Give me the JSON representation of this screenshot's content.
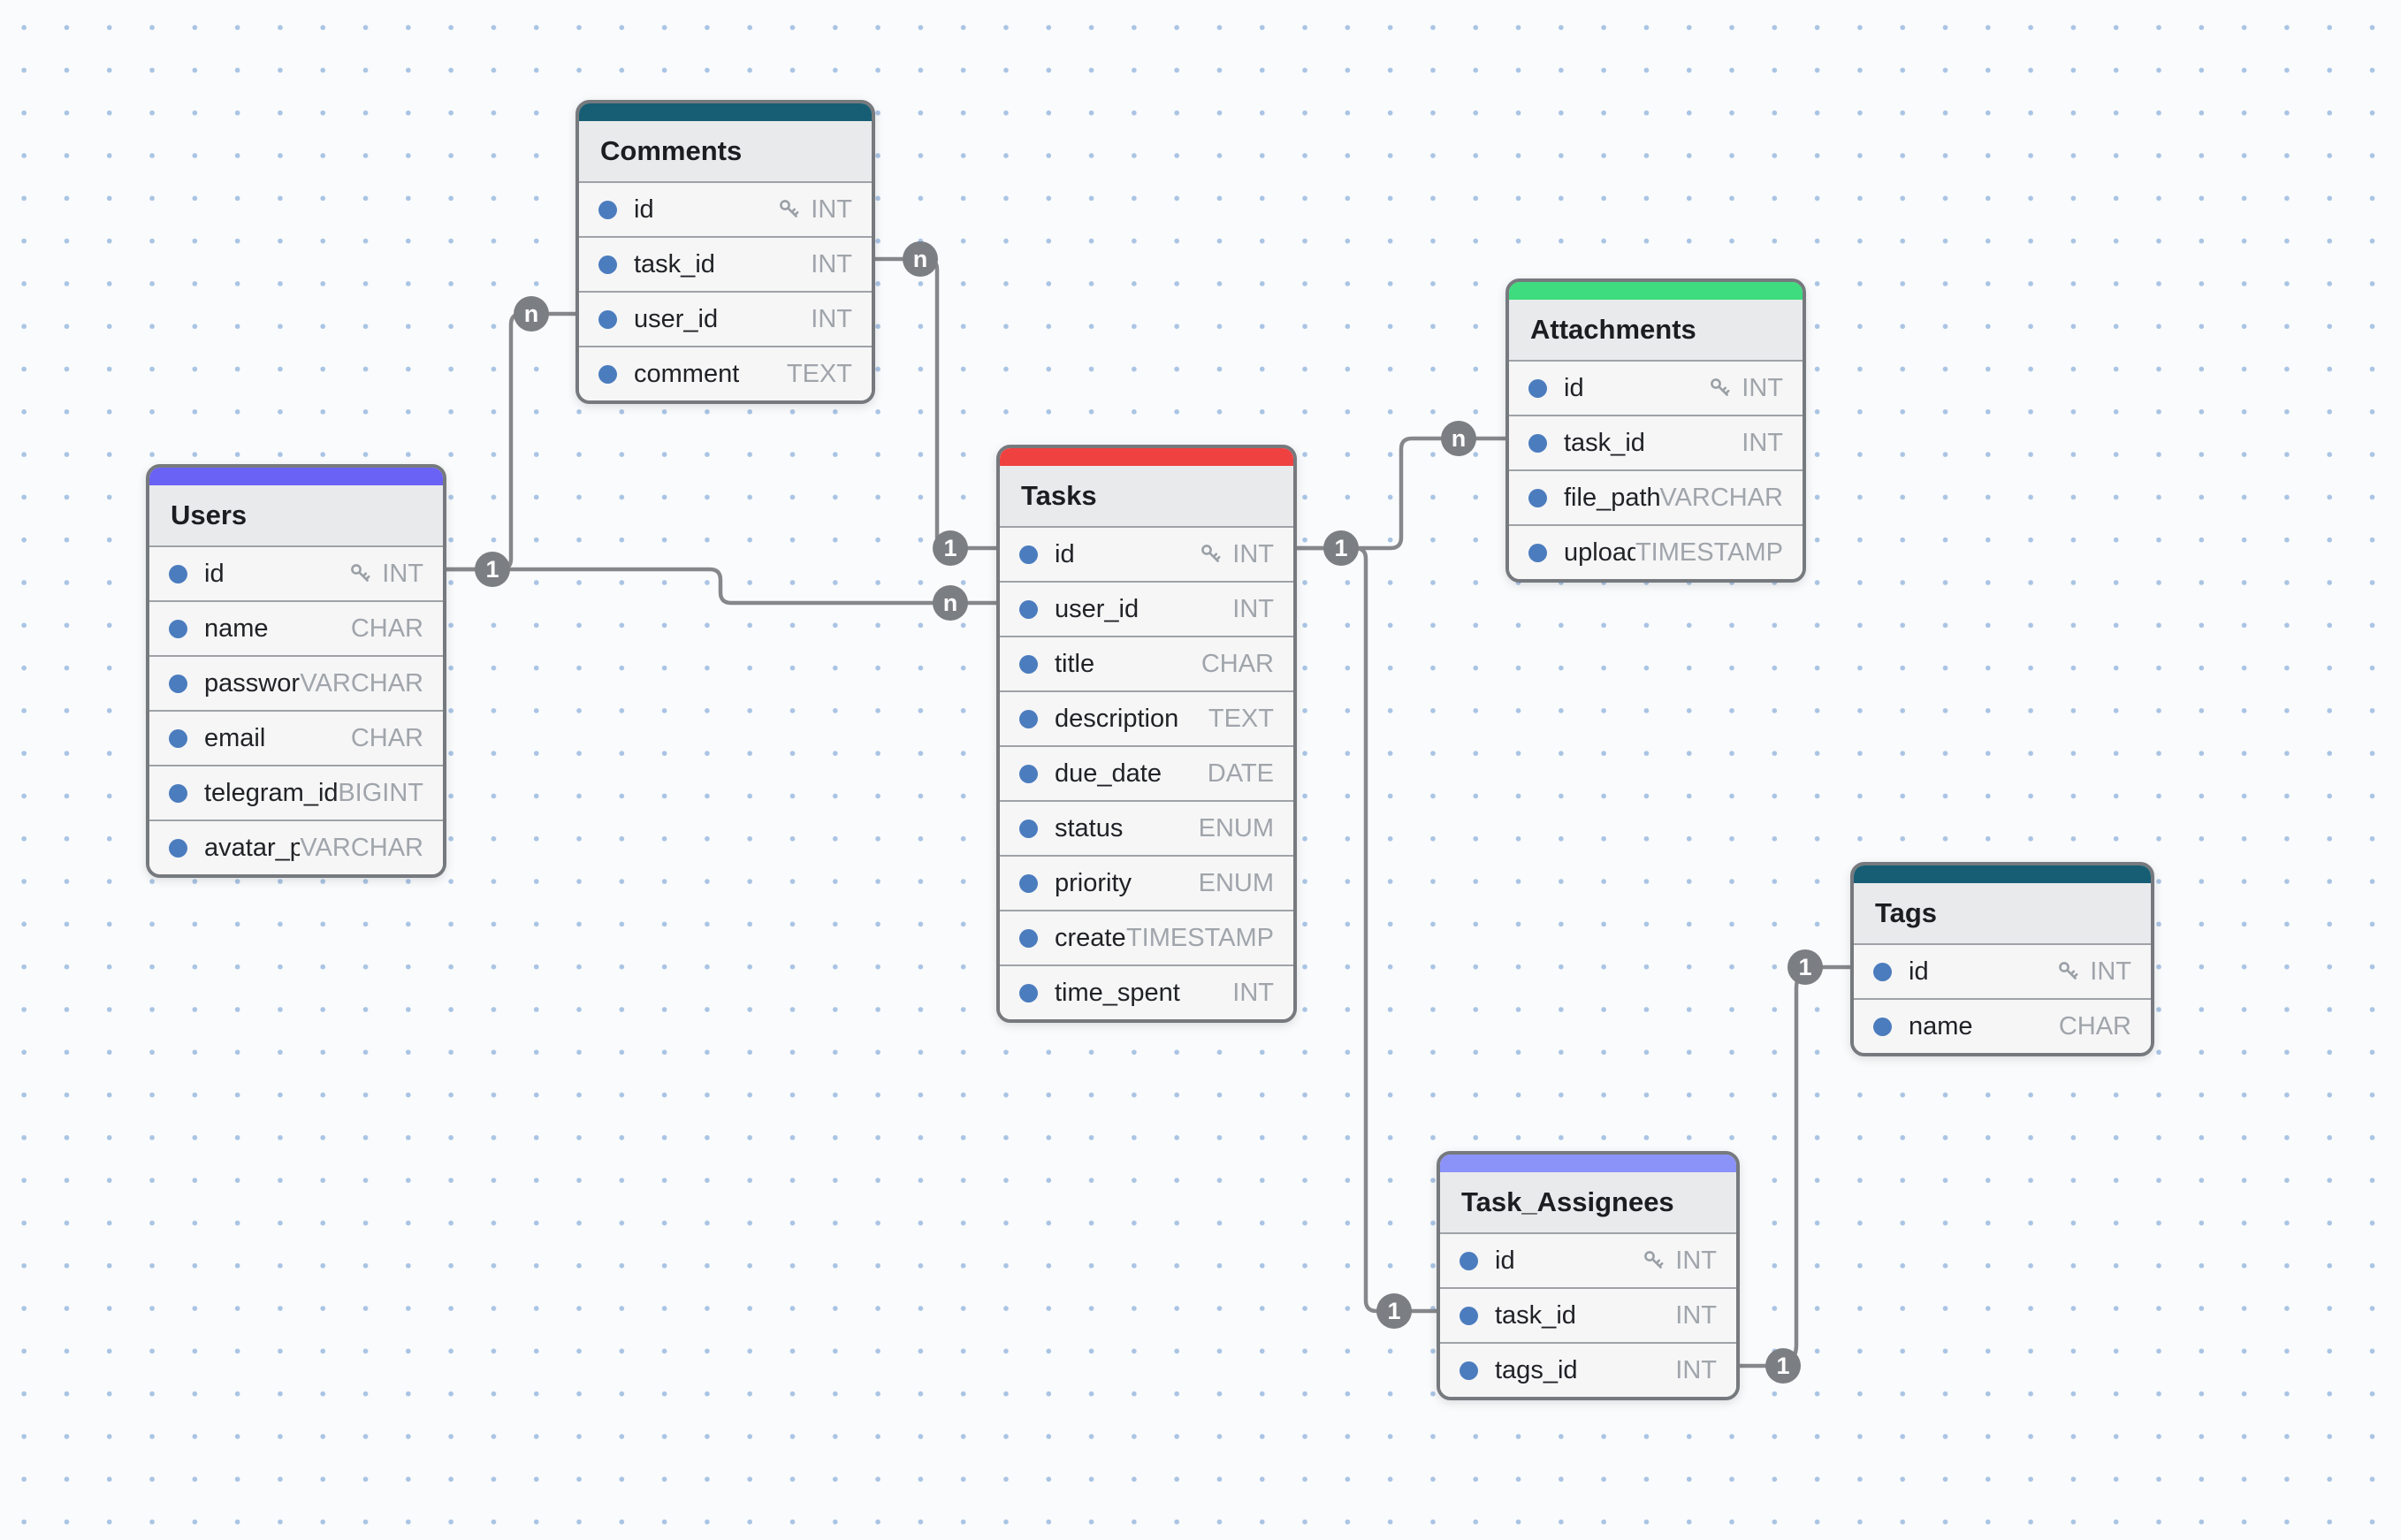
{
  "app": {
    "view": "er-diagram-canvas"
  },
  "palette": {
    "canvas_background": "#fafbfc",
    "grid_dot_color": "#a9c4e4",
    "connector_line_color": "#85878a",
    "cardinality_bubble_color": "#7b7e83",
    "cardinality_text_color": "#ffffff",
    "table_border_color": "#76797d",
    "table_row_background": "#f6f6f7",
    "table_title_background": "#e9eaec",
    "field_dot_color": "#4b7cbe",
    "field_name_color": "#202226",
    "field_type_color": "#a0a5ab",
    "key_icon_color": "#9aa0a6",
    "key_icon_glyph": "⚷"
  },
  "tables": [
    {
      "id": "comments",
      "name": "Comments",
      "header_color": "#175e74",
      "fields": [
        {
          "name": "id",
          "type": "INT",
          "key": true
        },
        {
          "name": "task_id",
          "type": "INT",
          "key": false
        },
        {
          "name": "user_id",
          "type": "INT",
          "key": false
        },
        {
          "name": "comment",
          "type": "TEXT",
          "key": false
        }
      ]
    },
    {
      "id": "users",
      "name": "Users",
      "header_color": "#6a62f4",
      "fields": [
        {
          "name": "id",
          "type": "INT",
          "key": true
        },
        {
          "name": "name",
          "type": "CHAR",
          "key": false
        },
        {
          "name": "password",
          "type": "VARCHAR",
          "key": false
        },
        {
          "name": "email",
          "type": "CHAR",
          "key": false
        },
        {
          "name": "telegram_id",
          "type": "BIGINT",
          "key": false
        },
        {
          "name": "avatar_pa...",
          "type": "VARCHAR",
          "key": false
        }
      ]
    },
    {
      "id": "tasks",
      "name": "Tasks",
      "header_color": "#f04141",
      "fields": [
        {
          "name": "id",
          "type": "INT",
          "key": true
        },
        {
          "name": "user_id",
          "type": "INT",
          "key": false
        },
        {
          "name": "title",
          "type": "CHAR",
          "key": false
        },
        {
          "name": "description",
          "type": "TEXT",
          "key": false
        },
        {
          "name": "due_date",
          "type": "DATE",
          "key": false
        },
        {
          "name": "status",
          "type": "ENUM",
          "key": false
        },
        {
          "name": "priority",
          "type": "ENUM",
          "key": false
        },
        {
          "name": "created...",
          "type": "TIMESTAMP",
          "key": false
        },
        {
          "name": "time_spent",
          "type": "INT",
          "key": false
        }
      ]
    },
    {
      "id": "attachments",
      "name": "Attachments",
      "header_color": "#3edc7e",
      "fields": [
        {
          "name": "id",
          "type": "INT",
          "key": true
        },
        {
          "name": "task_id",
          "type": "INT",
          "key": false
        },
        {
          "name": "file_path",
          "type": "VARCHAR",
          "key": false
        },
        {
          "name": "upload...",
          "type": "TIMESTAMP",
          "key": false
        }
      ]
    },
    {
      "id": "tags",
      "name": "Tags",
      "header_color": "#175e74",
      "fields": [
        {
          "name": "id",
          "type": "INT",
          "key": true
        },
        {
          "name": "name",
          "type": "CHAR",
          "key": false
        }
      ]
    },
    {
      "id": "task_assignees",
      "name": "Task_Assignees",
      "header_color": "#8b92f8",
      "fields": [
        {
          "name": "id",
          "type": "INT",
          "key": true
        },
        {
          "name": "task_id",
          "type": "INT",
          "key": false
        },
        {
          "name": "tags_id",
          "type": "INT",
          "key": false
        }
      ]
    }
  ],
  "relationships": [
    {
      "id": "users-comments",
      "from": "Users.id",
      "from_label": "1",
      "to": "Comments.user_id",
      "to_label": "n"
    },
    {
      "id": "users-tasks",
      "from": "Users.id",
      "from_label": "1",
      "to": "Tasks.user_id",
      "to_label": "n"
    },
    {
      "id": "comments-tasks",
      "from": "Comments.task_id",
      "from_label": "n",
      "to": "Tasks.id",
      "to_label": "1"
    },
    {
      "id": "tasks-attachments",
      "from": "Tasks.id",
      "from_label": "1",
      "to": "Attachments.task_id",
      "to_label": "n"
    },
    {
      "id": "tasks-task_assignees",
      "from": "Tasks.id",
      "from_label": "1",
      "to": "Task_Assignees.task_id",
      "to_label": "1"
    },
    {
      "id": "tags-task_assignees",
      "from": "Tags.id",
      "from_label": "1",
      "to": "Task_Assignees.tags_id",
      "to_label": "1"
    }
  ]
}
